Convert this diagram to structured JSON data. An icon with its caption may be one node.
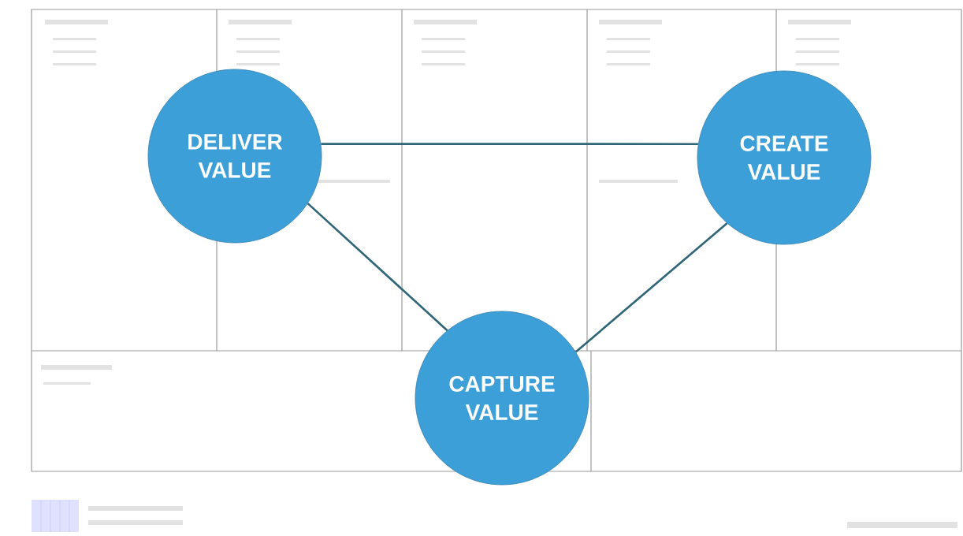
{
  "diagram": {
    "nodes": [
      {
        "text": [
          "DELIVER VALUE"
        ]
      },
      {
        "text": [
          "CREATE VALUE"
        ]
      },
      {
        "text": [
          "CAPTURE VALUE"
        ]
      }
    ],
    "edges": [
      {
        "from": 0,
        "to": 1,
        "arrow": "none"
      },
      {
        "from": 0,
        "to": 2,
        "arrow": "none"
      },
      {
        "from": 1,
        "to": 2,
        "arrow": "none"
      }
    ]
  }
}
